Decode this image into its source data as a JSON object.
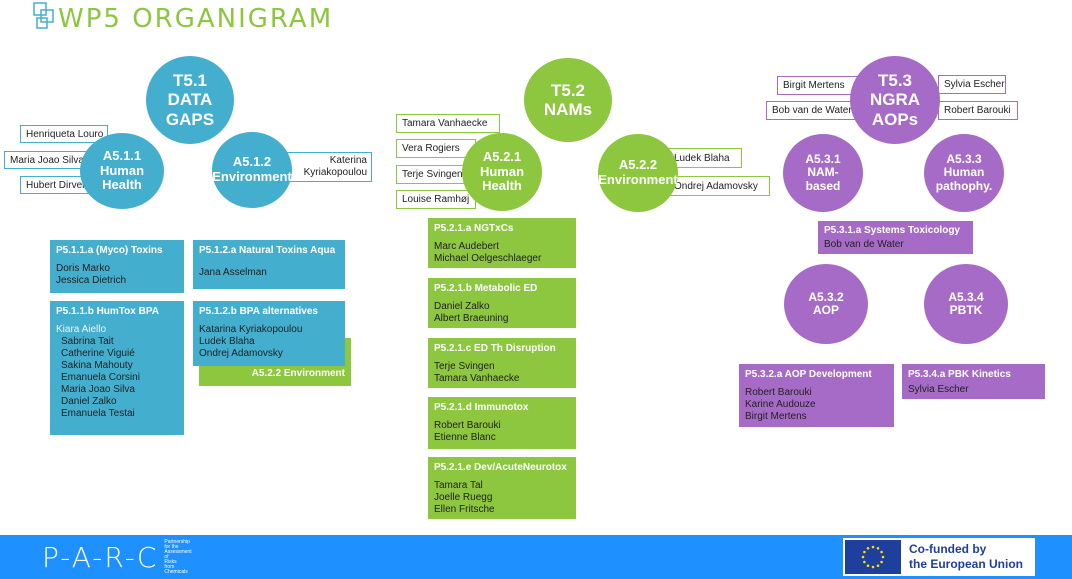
{
  "title": "WP5 ORGANIGRAM",
  "colors": {
    "blue": "#44aecf",
    "green": "#8dc63f",
    "purple": "#a66bc7",
    "footer": "#1e90ff"
  },
  "t51": {
    "circle": [
      "T5.1",
      "DATA",
      "GAPS"
    ],
    "a511": [
      "A5.1.1",
      "Human",
      "Health"
    ],
    "a512": [
      "A5.1.2",
      "Environment"
    ],
    "people_a511": [
      "Henriqueta Louro",
      "Maria Joao Silva",
      "Hubert Dirven"
    ],
    "people_a512": [
      "Katerina",
      "Kyriakopoulou"
    ],
    "p511a": {
      "title": "P5.1.1.a (Myco) Toxins",
      "members": [
        "Doris Marko",
        "Jessica Dietrich"
      ]
    },
    "p512a": {
      "title": "P5.1.2.a Natural  Toxins Aqua",
      "members": [
        "Jana Asselman"
      ]
    },
    "p511b": {
      "title": "P5.1.1.b  HumTox BPA",
      "members": [
        "Kiara Aiello",
        "Sabrina Tait",
        "Catherine Viguié",
        "Sakina Mahouty",
        "Emanuela Corsini",
        "Maria  Joao Silva",
        "Daniel Zalko",
        "Emanuela Testai"
      ]
    },
    "p512b": {
      "title": "P5.1.2.b BPA alternatives",
      "members": [
        "Katarina Kyriakopoulou",
        "Ludek Blaha",
        "Ondrej Adamovsky"
      ]
    },
    "a522_under": "A5.2.2 Environment"
  },
  "t52": {
    "circle": [
      "T5.2",
      "NAMs"
    ],
    "a521": [
      "A5.2.1",
      "Human",
      "Health"
    ],
    "a522": [
      "A5.2.2",
      "Environment"
    ],
    "people_a521": [
      "Tamara Vanhaecke",
      "Vera Rogiers",
      "Terje Svingen",
      "Louise Ramhøj"
    ],
    "people_a522": [
      "Ludek Blaha",
      "Ondrej Adamovsky"
    ],
    "boxes": [
      {
        "title": "P5.2.1.a NGTxCs",
        "members": [
          "Marc Audebert",
          "Michael Oelgeschlaeger"
        ]
      },
      {
        "title": "P5.2.1.b Metabolic ED",
        "members": [
          "Daniel Zalko",
          "Albert Braeuning"
        ]
      },
      {
        "title": "P5.2.1.c  ED Th Disruption",
        "members": [
          "Terje Svingen",
          "Tamara Vanhaecke"
        ]
      },
      {
        "title": "P5.2.1.d Immunotox",
        "members": [
          "Robert Barouki",
          "Etienne Blanc"
        ]
      },
      {
        "title": "P5.2.1.e Dev/AcuteNeurotox",
        "members": [
          "Tamara Tal",
          "Joelle Ruegg",
          "Ellen Fritsche"
        ]
      }
    ]
  },
  "t53": {
    "circle": [
      "T5.3",
      "NGRA",
      "AOPs"
    ],
    "people": [
      "Birgit Mertens",
      "Sylvia Escher",
      "Bob van de Water",
      "Robert Barouki"
    ],
    "a531": [
      "A5.3.1",
      "NAM-",
      "based"
    ],
    "a533": [
      "A5.3.3",
      "Human",
      "pathophy."
    ],
    "p531a": {
      "title": "P5.3.1.a Systems  Toxicology",
      "members": [
        "Bob van de Water"
      ]
    },
    "a532": [
      "A5.3.2",
      "AOP"
    ],
    "a534": [
      "A5.3.4",
      "PBTK"
    ],
    "p532a": {
      "title": "P5.3.2.a AOP Development",
      "members": [
        "Robert Barouki",
        "Karine Audouze",
        "Birgit Mertens"
      ]
    },
    "p534a": {
      "title": "P5.3.4.a PBK Kinetics",
      "members": [
        "Sylvia Escher"
      ]
    }
  },
  "footer": {
    "logo": "P-A-R-C",
    "logo_sub": [
      "Partnership",
      "for the",
      "Assessment",
      "of",
      "Risks",
      "from",
      "Chemicals"
    ],
    "eu_text": [
      "Co-funded by",
      "the European Union"
    ]
  }
}
